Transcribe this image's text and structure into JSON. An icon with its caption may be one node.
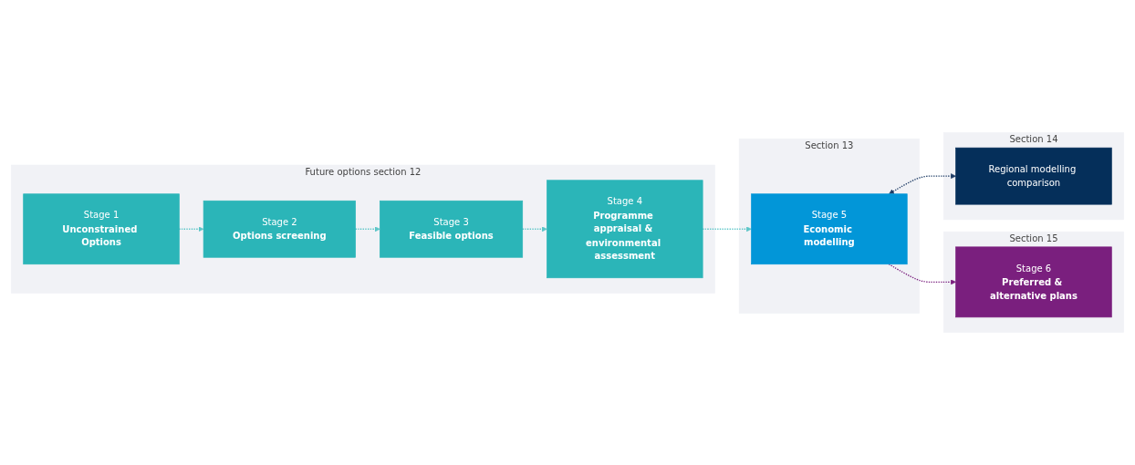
{
  "diagram": {
    "nodes": [
      {
        "text": [
          "Future options section 12"
        ]
      },
      {
        "text": [
          "Stage 1",
          "Unconstrained Options"
        ],
        "in": 0
      },
      {
        "text": [
          "Stage 2",
          "Options screening"
        ],
        "in": 0
      },
      {
        "text": [
          "Stage 3",
          "Feasible options"
        ],
        "in": 0
      },
      {
        "text": [
          "Stage 4",
          "Programme appraisal & environmental assessment"
        ],
        "in": 0
      },
      {
        "text": [
          "Section 13"
        ]
      },
      {
        "text": [
          "Stage 5",
          "Economic modelling"
        ],
        "in": 5
      },
      {
        "text": [
          "Section 15"
        ]
      },
      {
        "text": [
          "Stage 6",
          "Preferred & alternative plans"
        ],
        "in": 7
      },
      {
        "text": [
          "Section 14"
        ]
      },
      {
        "text": [
          "Regional modelling comparison"
        ],
        "in": 9
      }
    ],
    "edges": [
      {
        "from": 1,
        "to": 2,
        "arrow": "to",
        "style": "dashed"
      },
      {
        "from": 2,
        "to": 3,
        "arrow": "to",
        "style": "dashed"
      },
      {
        "from": 3,
        "to": 4,
        "arrow": "to",
        "style": "dashed"
      },
      {
        "from": 4,
        "to": 6,
        "arrow": "to",
        "style": "dashed"
      },
      {
        "from": 6,
        "to": 8,
        "arrow": "to",
        "style": "dashed",
        "color": "#7a1f7e"
      },
      {
        "from": 6,
        "to": 10,
        "arrow": "both",
        "style": "dashed",
        "color": "#1f3d66"
      }
    ]
  }
}
